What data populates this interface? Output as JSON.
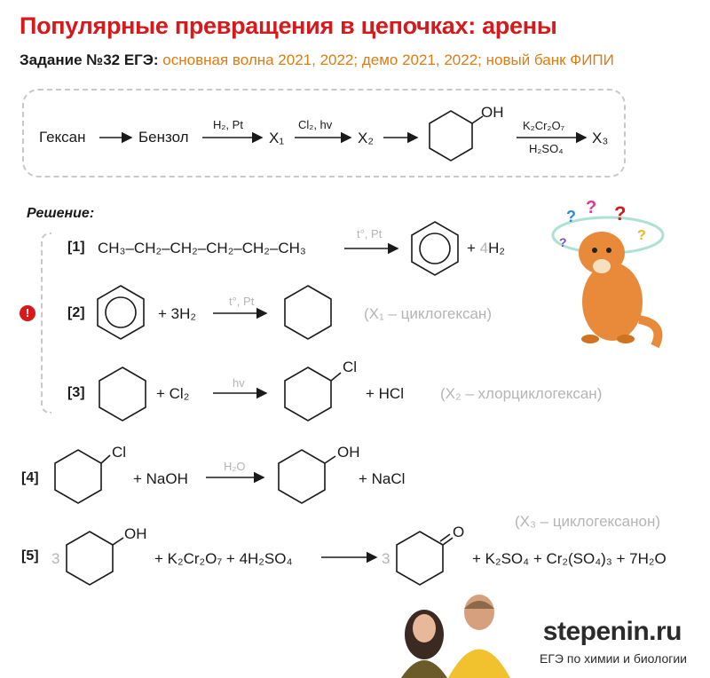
{
  "header": {
    "title": "Популярные превращения в цепочках: арены",
    "task_label": "Задание №32 ЕГЭ:",
    "task_source": "основная волна 2021, 2022; демо 2021, 2022; новый банк ФИПИ"
  },
  "chain": {
    "hexane": "Гексан",
    "benzene": "Бензол",
    "cond1": "H₂, Pt",
    "x1": "X₁",
    "cond2": "Cl₂, hv",
    "x2": "X₂",
    "oh": "OH",
    "cond3_top": "K₂Cr₂O₇",
    "cond3_bottom": "H₂SO₄",
    "x3": "X₃"
  },
  "solution": {
    "title": "Решение:",
    "steps": [
      {
        "num": "[1]",
        "reactant": "CH₃–CH₂–CH₂–CH₂–CH₂–CH₃",
        "cond": "t°, Pt",
        "coef": "4",
        "product": "H₂"
      },
      {
        "num": "[2]",
        "coef": "3",
        "reagent": "+ 3H₂",
        "cond": "t°, Pt",
        "note": "(X₁ – циклогексан)"
      },
      {
        "num": "[3]",
        "reagent": "+ Cl₂",
        "cond": "hv",
        "byproduct": "+ HCl",
        "note": "(X₂ – хлорциклогексан)"
      },
      {
        "num": "[4]",
        "reagent": "+ NaOH",
        "cond": "H₂O",
        "byproduct": "+ NaCl"
      },
      {
        "num": "[5]",
        "coef_left": "3",
        "reagent": "+ K₂Cr₂O₇ + 4H₂SO₄",
        "coef_right": "3",
        "byproducts": "+ K₂SO₄ + Cr₂(SO₄)₃ + 7H₂O",
        "note": "(X₃ – циклогексанон)"
      }
    ]
  },
  "labels": {
    "cl": "Cl",
    "oh": "OH",
    "o": "O"
  },
  "branding": {
    "site": "stepenin.ru",
    "tagline": "ЕГЭ по химии и биологии"
  },
  "colors": {
    "accent_red": "#d7191c",
    "accent_orange": "#e07b10",
    "grey": "#b5b5b5"
  }
}
